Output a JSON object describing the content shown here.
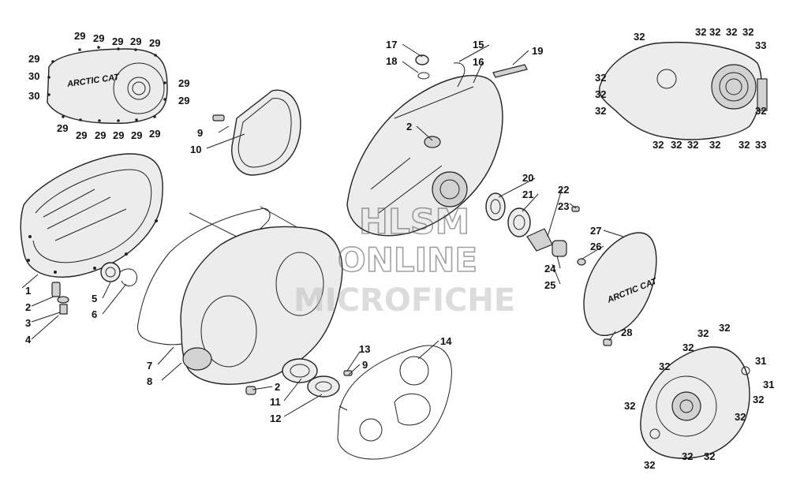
{
  "brand_label": "ARCTIC CAT",
  "watermark": {
    "line1": "HLSM",
    "line2": "ONLINE",
    "line3": "MICROFICHE"
  },
  "callouts": [
    "29",
    "29",
    "29",
    "29",
    "29",
    "29",
    "30",
    "30",
    "29",
    "29",
    "29",
    "29",
    "29",
    "29",
    "29",
    "29",
    "9",
    "10",
    "17",
    "18",
    "15",
    "16",
    "19",
    "2",
    "32",
    "32",
    "32",
    "32",
    "32",
    "33",
    "32",
    "32",
    "32",
    "32",
    "32",
    "32",
    "32",
    "32",
    "32",
    "33",
    "1",
    "2",
    "3",
    "4",
    "5",
    "6",
    "20",
    "21",
    "22",
    "23",
    "27",
    "26",
    "24",
    "25",
    "28",
    "7",
    "8",
    "2",
    "11",
    "12",
    "13",
    "9",
    "14",
    "32",
    "32",
    "32",
    "31",
    "32",
    "31",
    "32",
    "32",
    "32",
    "32",
    "32",
    "32"
  ]
}
